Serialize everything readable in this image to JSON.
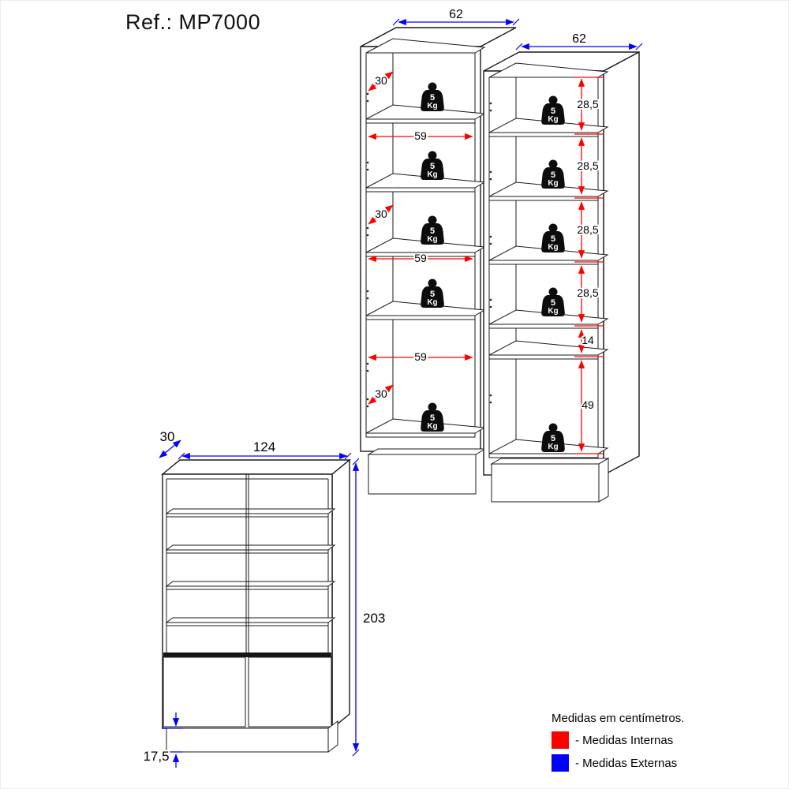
{
  "title": "Ref.: MP7000",
  "units_note": "Medidas em centímetros.",
  "colors": {
    "internal_red": "#ff0000",
    "external_blue": "#0000ff",
    "line_black": "#1a1a1a"
  },
  "main_drawing": {
    "left_module_width": "62",
    "right_module_width": "62",
    "internal_depth": "30",
    "internal_shelf_width": "59",
    "compartment_heights": [
      "28,5",
      "28,5",
      "28,5",
      "28,5"
    ],
    "lower_gap_height": "14",
    "bottom_compartment_height": "49",
    "shelf_load": {
      "value": "5",
      "unit": "Kg"
    }
  },
  "assembled_drawing": {
    "depth": "30",
    "total_width": "124",
    "total_height": "203",
    "base_height": "17,5"
  },
  "legend": {
    "internal": {
      "swatch_color": "#ff0000",
      "label": "- Medidas Internas"
    },
    "external": {
      "swatch_color": "#0000ff",
      "label": "- Medidas Externas"
    }
  }
}
